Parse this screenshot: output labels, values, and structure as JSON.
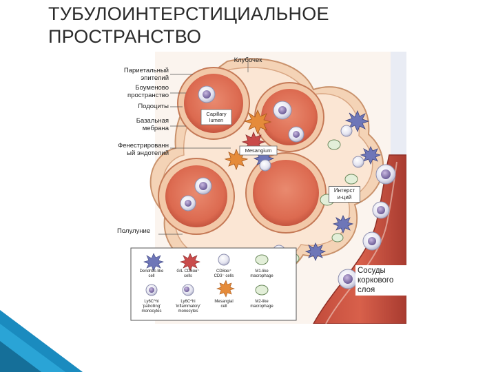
{
  "title": {
    "line1": "ТУБУЛОИНТЕРСТИЦИАЛЬНОЕ",
    "line2": "ПРОСТРАНСТВО"
  },
  "labels": {
    "glomerulus": "Клубочек",
    "parietal_line1": "Париетальный",
    "parietal_line2": "эпителий",
    "bowman_line1": "Боуменово",
    "bowman_line2": "пространство",
    "podocytes": "Подоциты",
    "basement_line1": "Базальная",
    "basement_line2": "мебрана",
    "fenestrated_line1": "Фенестрированн",
    "fenestrated_line2": "ый эндотелий",
    "interstitial_line1": "Интерст",
    "interstitial_line2": "и-ций",
    "crescent": "Полулуние",
    "cortex_line1": "Сосуды",
    "cortex_line2": "коркового",
    "cortex_line3": "слоя"
  },
  "inner_labels": {
    "capillary_line1": "Capillary",
    "capillary_line2": "lumen",
    "mesangium": "Mesangium"
  },
  "legend": {
    "row1": [
      {
        "line1": "Dendritic-like",
        "line2": "cell"
      },
      {
        "line1": "GIL CD8αα⁺",
        "line2": "cells"
      },
      {
        "line1": "CD8αα⁺",
        "line2": "CD3⁻ cells"
      },
      {
        "line1": "M1-like",
        "line2": "macrophage"
      }
    ],
    "row2": [
      {
        "line1": "Ly6C^hi",
        "line2": "'patrolling'",
        "line3": "monocytes"
      },
      {
        "line1": "Ly6C^hi",
        "line2": "'inflammatory'",
        "line3": "monocytes"
      },
      {
        "line1": "Mesangial",
        "line2": "cell",
        "line3": ""
      },
      {
        "line1": "M2-like",
        "line2": "macrophage",
        "line3": ""
      }
    ]
  },
  "colors": {
    "title": "#2b2b2b",
    "tissue_outer": "#f4d3b6",
    "capsule_line": "#c9926c",
    "capillary_fill": "#e2745a",
    "vessel_fill": "#b8473a",
    "accent_blue": "#1a8bbf"
  }
}
